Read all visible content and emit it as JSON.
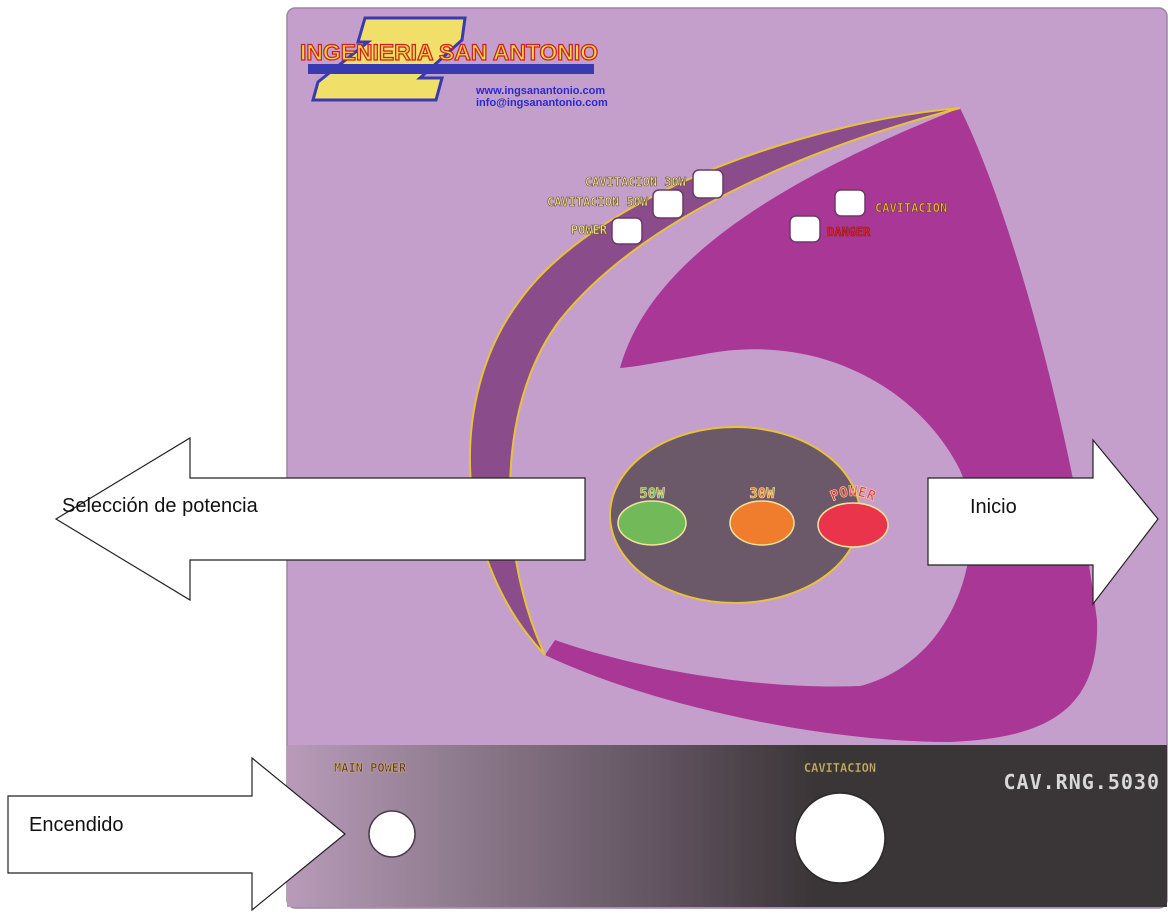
{
  "colors": {
    "page_bg": "#ffffff",
    "panel_bg": "#c49fcb",
    "shape_dark": "#8a4c8a",
    "shape_magenta": "#a93796",
    "ellipse_bg": "#6b5869",
    "outline_gold": "#e8c23a",
    "bottom_dark": "#3a3536",
    "led_green": "#72b95a",
    "led_orange": "#ef7d2d",
    "led_red": "#e9344c",
    "danger_red": "#d8262b"
  },
  "logo": {
    "company": "INGENIERIA SAN ANTONIO",
    "website": "www.ingsanantonio.com",
    "email": "info@ingsanantonio.com"
  },
  "indicators": {
    "cav30": "CAVITACION 30W",
    "cav50": "CAVITACION 50W",
    "power": "POWER",
    "cavitacion": "CAVITACION",
    "danger": "DANGER"
  },
  "buttons": {
    "btn50": "50W",
    "btn30": "30W",
    "btnPower": "POWER"
  },
  "bottom": {
    "main_power": "MAIN POWER",
    "cavitacion": "CAVITACION",
    "model": "CAV.RNG.5030"
  },
  "callouts": {
    "seleccion": "Selección de potencia",
    "inicio": "Inicio",
    "encendido": "Encendido"
  }
}
